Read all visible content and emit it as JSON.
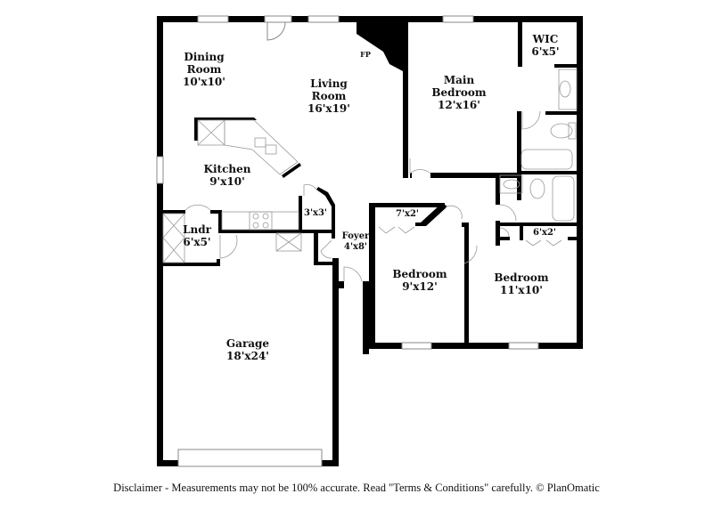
{
  "plan": {
    "wall_color": "#000000",
    "fixture_color": "#9a9a9a",
    "background": "#ffffff"
  },
  "rooms": {
    "dining": {
      "name_line1": "Dining",
      "name_line2": "Room",
      "dim": "10'x10'"
    },
    "living": {
      "name_line1": "Living",
      "name_line2": "Room",
      "dim": "16'x19'"
    },
    "fireplace": {
      "label": "FP"
    },
    "main_bedroom": {
      "name_line1": "Main",
      "name_line2": "Bedroom",
      "dim": "12'x16'"
    },
    "wic": {
      "name": "WIC",
      "dim": "6'x5'"
    },
    "kitchen": {
      "name": "Kitchen",
      "dim": "9'x10'"
    },
    "pantry": {
      "dim": "3'x3'"
    },
    "laundry": {
      "name": "Lndr",
      "dim": "6'x5'"
    },
    "foyer": {
      "name": "Foyer",
      "dim": "4'x8'"
    },
    "closet_bed2": {
      "dim": "7'x2'"
    },
    "closet_bed3": {
      "dim": "6'x2'"
    },
    "bedroom2": {
      "name": "Bedroom",
      "dim": "9'x12'"
    },
    "bedroom3": {
      "name": "Bedroom",
      "dim": "11'x10'"
    },
    "garage": {
      "name": "Garage",
      "dim": "18'x24'"
    }
  },
  "footer": {
    "disclaimer": "Disclaimer - Measurements may not be 100% accurate. Read \"Terms & Conditions\" carefully. © PlanOmatic"
  }
}
